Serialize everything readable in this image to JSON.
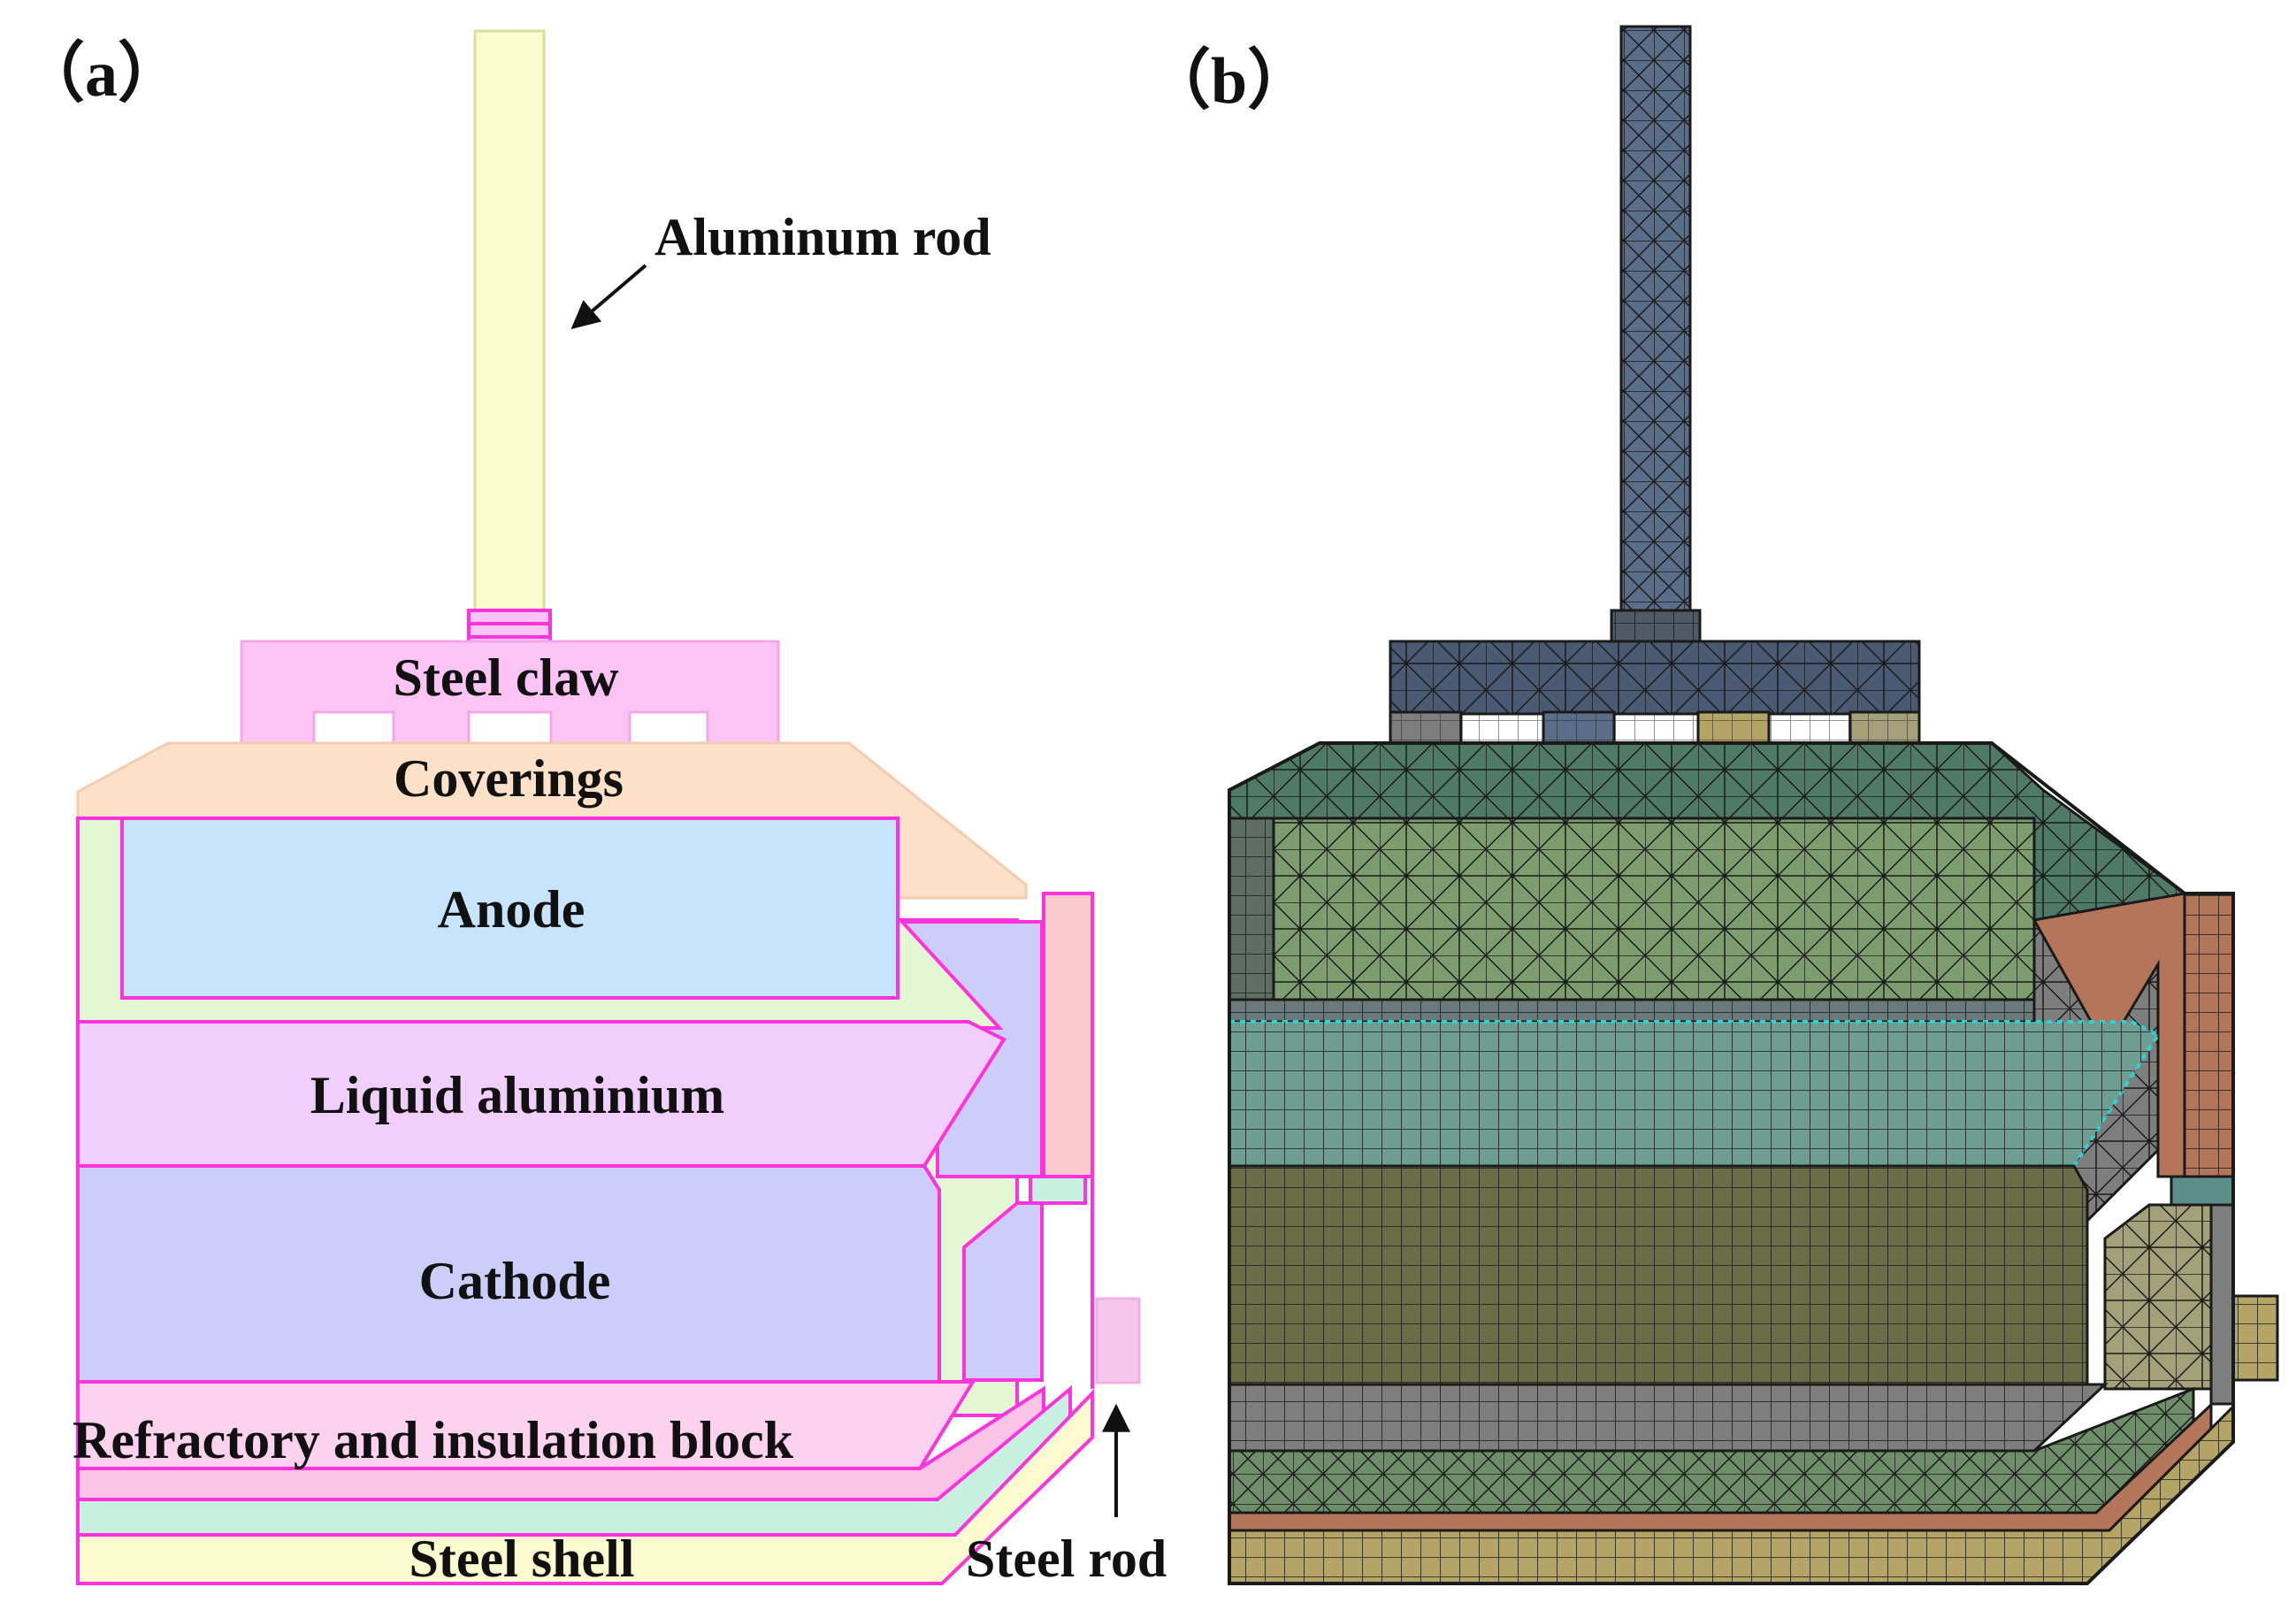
{
  "panels": {
    "a": {
      "label": "（a）"
    },
    "b": {
      "label": "（b）"
    }
  },
  "labels": {
    "aluminum_rod": "Aluminum rod",
    "steel_claw": "Steel claw",
    "coverings": "Coverings",
    "anode": "Anode",
    "liquid_aluminium": "Liquid aluminium",
    "cathode": "Cathode",
    "refractory": "Refractory and insulation block",
    "steel_shell": "Steel shell",
    "steel_rod": "Steel rod"
  },
  "colors": {
    "outline": "#ff33dd",
    "rod": "#fbfbcf",
    "claw": "#fcc4f4",
    "coverings": "#fde0c8",
    "anode": "#c6e4fc",
    "bath": "#e2f7d2",
    "liquid_aluminium": "#f0cffc",
    "cathode": "#cdcdf9",
    "refractory": "#fcd2ee",
    "steel_shell": "#fbfbcf",
    "side_strip": "#fccace",
    "steel_rod": "#f6c6ee",
    "mesh_rod": "#5a6e8a",
    "mesh_claw": "#4a5a72",
    "mesh_coverings": "#4f7a6a",
    "mesh_anode": "#7e9d6e",
    "mesh_bath": "#6a7a7a",
    "mesh_liquid": "#6e9e92",
    "mesh_cathode": "#6a6e46",
    "mesh_refractory": "#7e7e7e",
    "mesh_insulation": "#6e8e6a",
    "mesh_copper": "#b4765a",
    "mesh_shell": "#b4a466",
    "mesh_side": "#a4a07a",
    "mesh_line": "#1a1a1a"
  }
}
